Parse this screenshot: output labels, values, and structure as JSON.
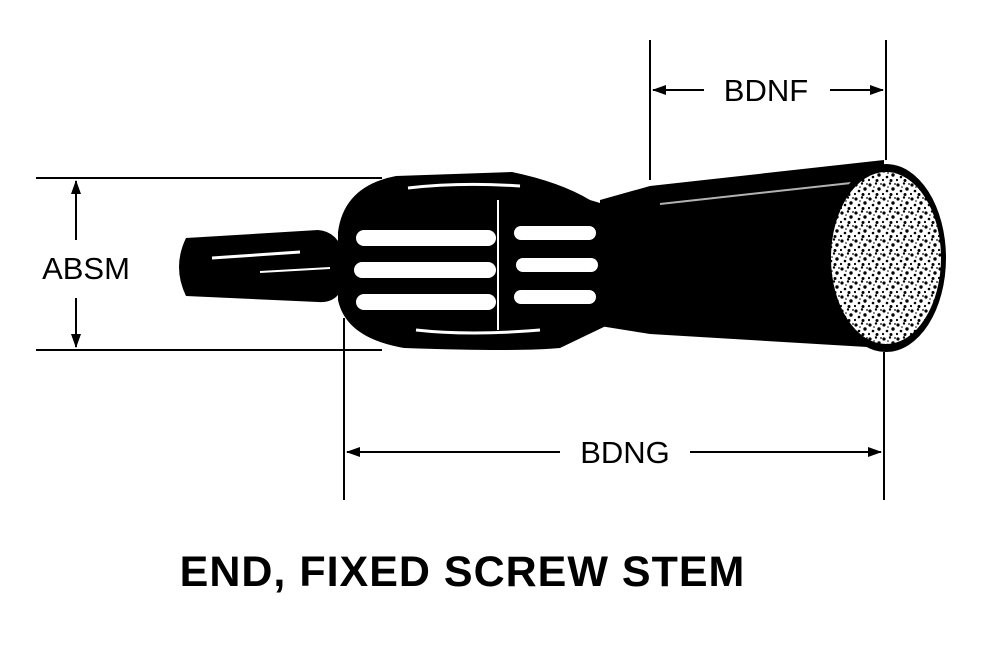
{
  "diagram": {
    "caption": "END, FIXED SCREW STEM",
    "dimensions": {
      "overall_length": "BDNG",
      "end_length": "BDNF",
      "body_diameter": "ABSM"
    },
    "icons": {
      "part": "screw-stem-end-icon"
    },
    "colors": {
      "ink": "#000000",
      "paper": "#ffffff"
    }
  }
}
